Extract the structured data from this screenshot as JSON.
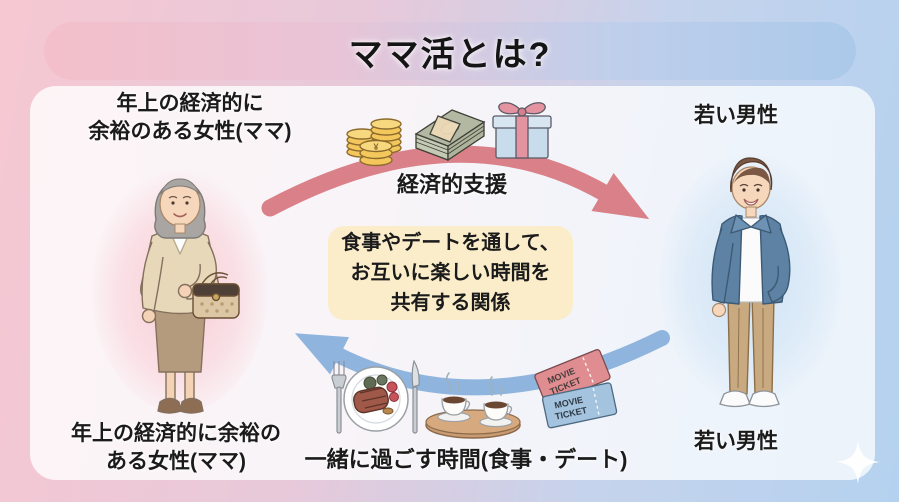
{
  "title": "ママ活とは?",
  "background": {
    "left_color": "#f6c8d2",
    "right_color": "#b4d2ef",
    "panel_color": "#f8f4f8"
  },
  "participants": {
    "woman_top_label": {
      "line1": "年上の経済的に",
      "line2": "余裕のある女性(ママ)"
    },
    "woman_bottom_label": {
      "line1": "年上の経済的に余裕の",
      "line2": "ある女性(ママ)"
    },
    "man_top_label": "若い男性",
    "man_bottom_label": "若い男性"
  },
  "support_flow": {
    "label": "経済的支援",
    "direction": "woman-to-man",
    "arrow_color": "#d98088",
    "icons": [
      "coins-icon",
      "banknotes-icon",
      "gift-icon"
    ],
    "coin_symbol": "¥"
  },
  "relationship_box": {
    "line1": "食事やデートを通して、",
    "line2": "お互いに楽しい時間を",
    "line3": "共有する関係",
    "background_color": "#fbedca"
  },
  "time_flow": {
    "label": "一緒に過ごす時間(食事・デート)",
    "direction": "man-to-woman",
    "arrow_color": "#8fb5de",
    "icons": [
      "meal-icon",
      "coffee-icon",
      "movie-tickets-icon"
    ],
    "ticket_line1": "MOVIE",
    "ticket_line2": "TICKET"
  }
}
